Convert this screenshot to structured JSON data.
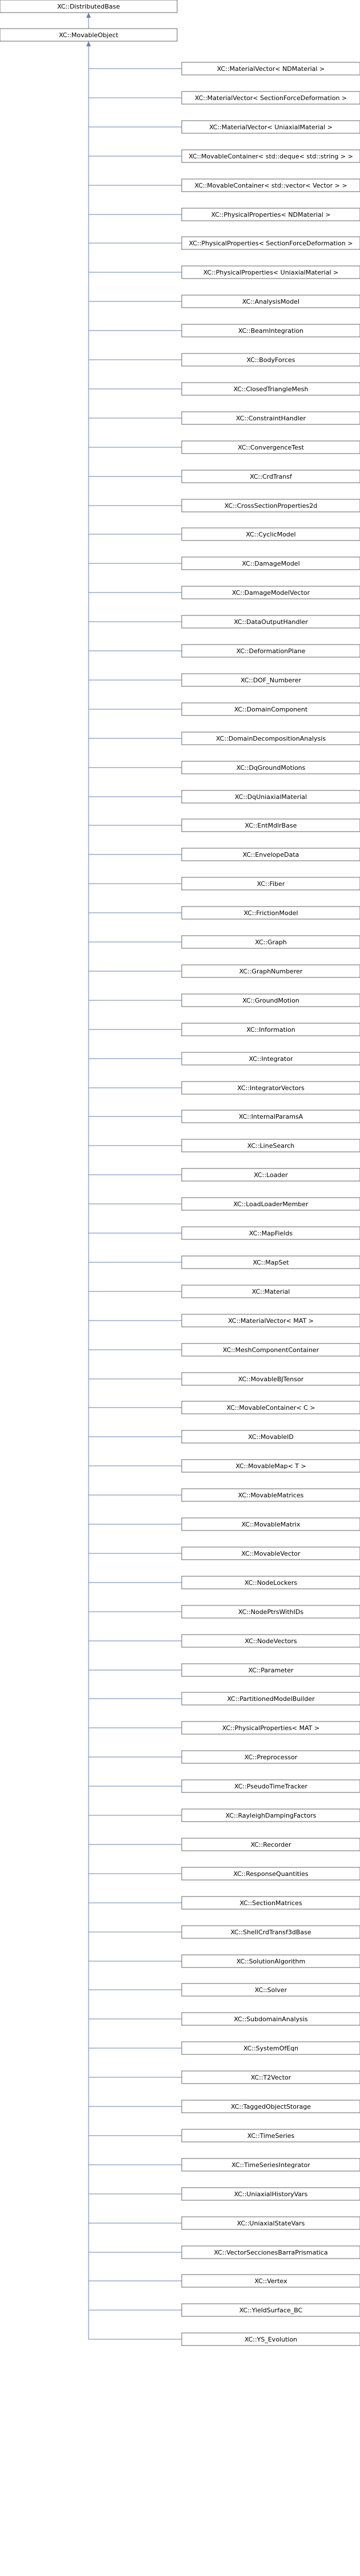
{
  "diagram": {
    "type": "inheritance",
    "base": "XC::DistributedBase",
    "root": "XC::MovableObject",
    "children": [
      "XC::MaterialVector< NDMaterial >",
      "XC::MaterialVector< SectionForceDeformation >",
      "XC::MaterialVector< UniaxialMaterial >",
      "XC::MovableContainer< std::deque< std::string > >",
      "XC::MovableContainer< std::vector< Vector > >",
      "XC::PhysicalProperties< NDMaterial >",
      "XC::PhysicalProperties< SectionForceDeformation >",
      "XC::PhysicalProperties< UniaxialMaterial >",
      "XC::AnalysisModel",
      "XC::BeamIntegration",
      "XC::BodyForces",
      "XC::ClosedTriangleMesh",
      "XC::ConstraintHandler",
      "XC::ConvergenceTest",
      "XC::CrdTransf",
      "XC::CrossSectionProperties2d",
      "XC::CyclicModel",
      "XC::DamageModel",
      "XC::DamageModelVector",
      "XC::DataOutputHandler",
      "XC::DeformationPlane",
      "XC::DOF_Numberer",
      "XC::DomainComponent",
      "XC::DomainDecompositionAnalysis",
      "XC::DqGroundMotions",
      "XC::DqUniaxialMaterial",
      "XC::EntMdlrBase",
      "XC::EnvelopeData",
      "XC::Fiber",
      "XC::FrictionModel",
      "XC::Graph",
      "XC::GraphNumberer",
      "XC::GroundMotion",
      "XC::Information",
      "XC::Integrator",
      "XC::IntegratorVectors",
      "XC::InternalParamsA",
      "XC::LineSearch",
      "XC::Loader",
      "XC::LoadLoaderMember",
      "XC::MapFields",
      "XC::MapSet",
      "XC::Material",
      "XC::MaterialVector< MAT >",
      "XC::MeshComponentContainer",
      "XC::MovableBJTensor",
      "XC::MovableContainer< C >",
      "XC::MovableID",
      "XC::MovableMap< T >",
      "XC::MovableMatrices",
      "XC::MovableMatrix",
      "XC::MovableVector",
      "XC::NodeLockers",
      "XC::NodePtrsWithIDs",
      "XC::NodeVectors",
      "XC::Parameter",
      "XC::PartitionedModelBuilder",
      "XC::PhysicalProperties< MAT >",
      "XC::Preprocessor",
      "XC::PseudoTimeTracker",
      "XC::RayleighDampingFactors",
      "XC::Recorder",
      "XC::ResponseQuantities",
      "XC::SectionMatrices",
      "XC::ShellCrdTransf3dBase",
      "XC::SolutionAlgorithm",
      "XC::Solver",
      "XC::SubdomainAnalysis",
      "XC::SystemOfEqn",
      "XC::T2Vector",
      "XC::TaggedObjectStorage",
      "XC::TimeSeries",
      "XC::TimeSeriesIntegrator",
      "XC::UniaxialHistoryVars",
      "XC::UniaxialStateVars",
      "XC::VectorSeccionesBarraPrismatica",
      "XC::Vertex",
      "XC::YieldSurface_BC",
      "XC::YS_Evolution"
    ],
    "colors": {
      "edge": "#6a7fb0",
      "border": "#666666",
      "fill": "#ffffff",
      "text": "#000000"
    }
  }
}
